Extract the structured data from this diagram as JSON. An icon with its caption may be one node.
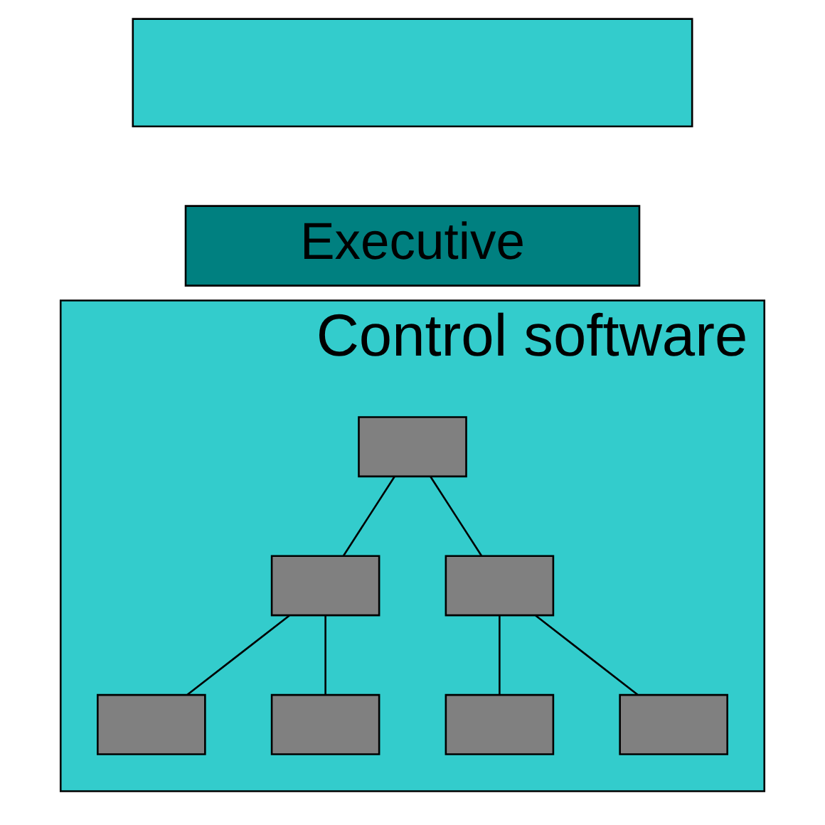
{
  "diagram": {
    "nodes": [
      {
        "text": [],
        "shape": "box"
      },
      {
        "text": [
          "Executive"
        ]
      },
      {
        "text": [
          "Control software"
        ]
      },
      {
        "text": [],
        "shape": "box",
        "in": 2
      },
      {
        "text": [],
        "shape": "box",
        "in": 2
      },
      {
        "text": [],
        "shape": "box",
        "in": 2
      },
      {
        "text": [],
        "shape": "box",
        "in": 2
      },
      {
        "text": [],
        "shape": "box",
        "in": 2
      },
      {
        "text": [],
        "shape": "box",
        "in": 2
      },
      {
        "text": [],
        "shape": "box",
        "in": 2
      }
    ],
    "edges": [
      {
        "from": 3,
        "to": 4,
        "arrow": "none"
      },
      {
        "from": 3,
        "to": 5,
        "arrow": "none"
      },
      {
        "from": 4,
        "to": 6,
        "arrow": "none"
      },
      {
        "from": 4,
        "to": 7,
        "arrow": "none"
      },
      {
        "from": 5,
        "to": 8,
        "arrow": "none"
      },
      {
        "from": 5,
        "to": 9,
        "arrow": "none"
      }
    ]
  }
}
